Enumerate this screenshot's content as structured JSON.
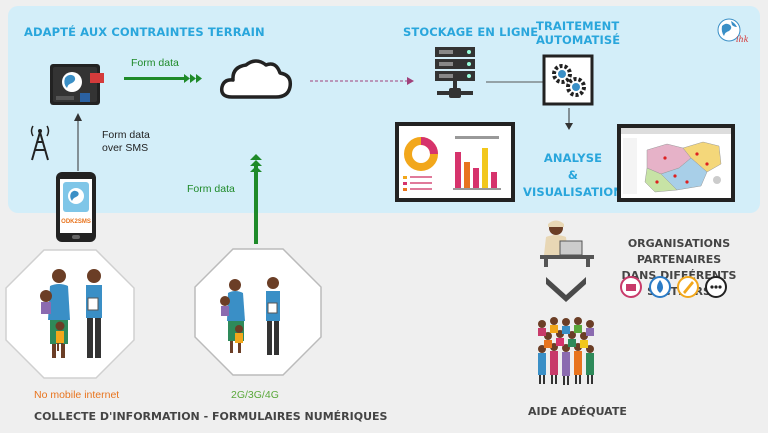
{
  "top": {
    "terrain_title": "ADAPTÉ AUX CONTRAINTES TERRAIN",
    "storage_title": "STOCKAGE EN LIGNE",
    "processing_title_1": "TRAITEMENT",
    "processing_title_2": "AUTOMATISÉ",
    "analysis_title_1": "ANALYSE",
    "analysis_title_2": "& VISUALISATION",
    "form_data_top": "Form data",
    "form_data_sms_1": "Form data",
    "form_data_sms_2": "over SMS",
    "form_data_mid": "Form data",
    "phone_app_label": "ODK2SMS"
  },
  "bottom": {
    "no_internet": "No mobile internet",
    "network": "2G/3G/4G",
    "collection_caption": "COLLECTE D'INFORMATION - FORMULAIRES NUMÉRIQUES",
    "partners_1": "ORGANISATIONS PARTENAIRES",
    "partners_2": "DANS DIFFÉRENTS SECTEURS",
    "adequate_aid": "AIDE ADÉQUATE"
  },
  "colors": {
    "panel": "#d3eef9",
    "title_blue": "#29a6dc",
    "green": "#1e8a29",
    "orange": "#e8741e",
    "network_green": "#5aa83a"
  },
  "icons": [
    "raspberry-board-icon",
    "cloud-icon",
    "server-icon",
    "gears-icon",
    "antenna-icon",
    "smartphone-icon",
    "dashboard-icon",
    "map-screen-icon",
    "crowd-icon",
    "worker-icon"
  ]
}
